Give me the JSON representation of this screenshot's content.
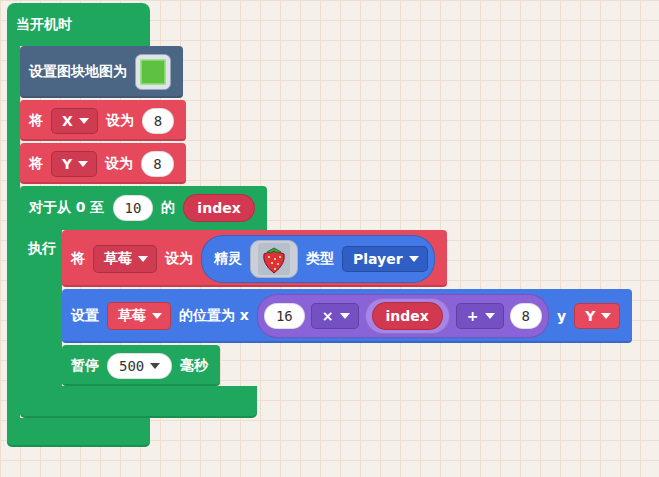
{
  "diagram": {
    "nodes": [
      {
        "text": [
          "当开机时"
        ]
      },
      {
        "text": [
          "设置图块地图为"
        ],
        "in": 0
      },
      {
        "text": [
          "将",
          "设为"
        ],
        "in": 0
      },
      {
        "text": [
          "X"
        ],
        "in": 2
      },
      {
        "text": [
          "8"
        ],
        "in": 2
      },
      {
        "text": [
          "将",
          "设为"
        ],
        "in": 0
      },
      {
        "text": [
          "Y"
        ],
        "in": 5
      },
      {
        "text": [
          "8"
        ],
        "in": 5
      },
      {
        "text": [
          "对于从 0 至",
          "的",
          "执行"
        ],
        "in": 0
      },
      {
        "text": [
          "10"
        ],
        "in": 8
      },
      {
        "text": [
          "index"
        ],
        "in": 8
      },
      {
        "text": [
          "将",
          "设为"
        ],
        "in": 8
      },
      {
        "text": [
          "草莓"
        ],
        "in": 11
      },
      {
        "text": [
          "精灵",
          "类型"
        ],
        "in": 11
      },
      {
        "text": [
          "Player"
        ],
        "in": 13
      },
      {
        "text": [
          "设置",
          "的位置为 x",
          "y"
        ],
        "in": 8
      },
      {
        "text": [
          "草莓"
        ],
        "in": 15
      },
      {
        "text": [
          "16"
        ],
        "in": 15
      },
      {
        "text": [
          "×"
        ],
        "in": 15
      },
      {
        "text": [
          "index"
        ],
        "in": 15
      },
      {
        "text": [
          "+"
        ],
        "in": 15
      },
      {
        "text": [
          "8"
        ],
        "in": 15
      },
      {
        "text": [
          "Y"
        ],
        "in": 15
      },
      {
        "text": [
          "暂停",
          "毫秒"
        ],
        "in": 8
      },
      {
        "text": [
          "500"
        ],
        "in": 23
      }
    ]
  }
}
